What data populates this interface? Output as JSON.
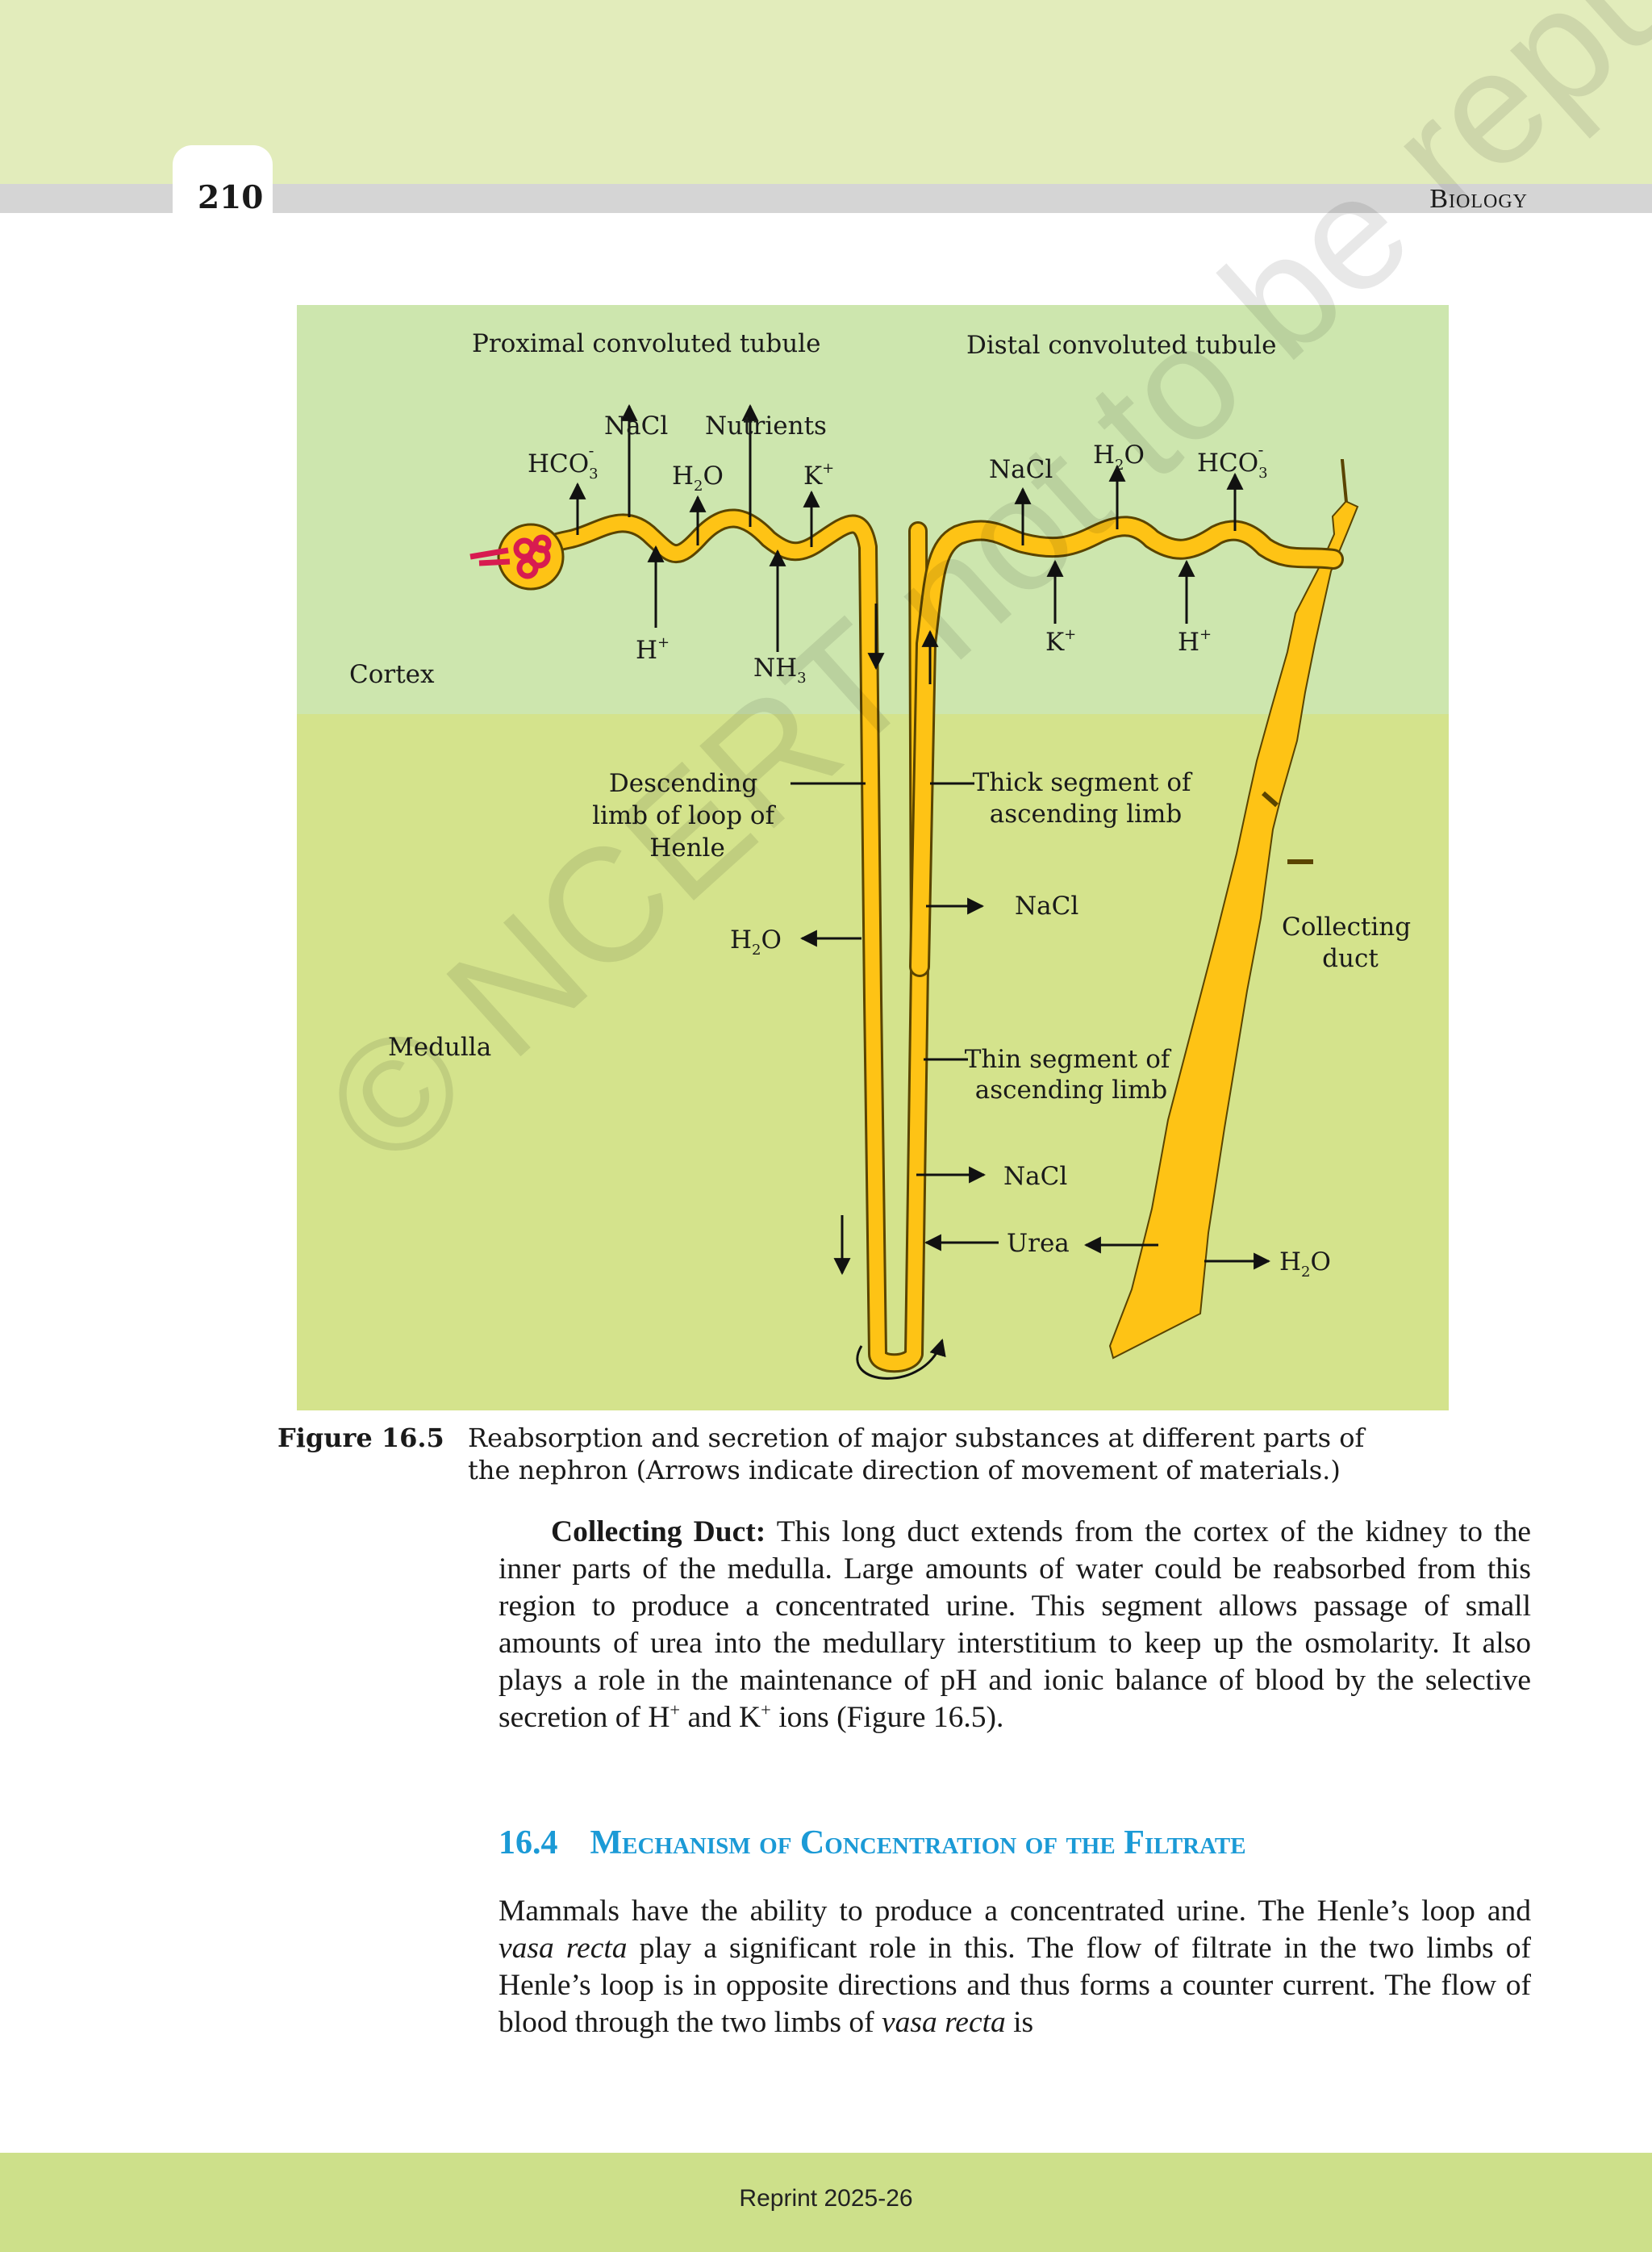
{
  "header": {
    "page_number": "210",
    "running_head": "Biology"
  },
  "figure": {
    "regions": {
      "cortex": "Cortex",
      "medulla": "Medulla"
    },
    "labels": {
      "pct": "Proximal convoluted tubule",
      "dct": "Distal convoluted tubule",
      "descending_1": "Descending",
      "descending_2": "limb of loop of",
      "descending_3": "Henle",
      "thick_1": "Thick segment of",
      "thick_2": "ascending limb",
      "thin_1": "Thin segment of",
      "thin_2": "ascending limb",
      "collecting_1": "Collecting",
      "collecting_2": "duct"
    },
    "substances": {
      "hco3": "HCO",
      "nacl": "NaCl",
      "nutrients": "Nutrients",
      "h2o": "H",
      "o": "O",
      "k": "K",
      "h": "H",
      "nh3": "NH",
      "urea": "Urea",
      "sub2": "2",
      "sub3": "3",
      "plus": "+",
      "minus": "-"
    },
    "watermark": "© NCERT not to be republished"
  },
  "caption": {
    "label": "Figure 16.5",
    "line1": "Reabsorption and secretion of major substances at different parts of",
    "line2": "the nephron (Arrows indicate direction of movement of materials.)"
  },
  "paragraph1": {
    "lead": "Collecting Duct:",
    "text_a": " This long duct extends from the cortex of the kidney to the inner parts of the medulla. Large amounts of water could be reabsorbed from this region to produce a concentrated urine. This segment allows passage of small amounts of urea into the medullary interstitium to keep up the osmolarity. It also plays a role in the maintenance of pH and ionic balance of blood by the selective secretion of H",
    "sup_a": "+",
    "text_b": " and K",
    "sup_b": "+",
    "text_c": " ions (Figure 16.5)."
  },
  "section": {
    "number": "16.4",
    "title": "Mechanism of Concentration of the Filtrate"
  },
  "paragraph2": {
    "text_a": "Mammals have the ability to produce a concentrated urine. The Henle’s loop and ",
    "em_a": "vasa recta",
    "text_b": " play a significant role in this. The flow of filtrate in the two limbs of Henle’s loop is in opposite directions and thus forms a counter current. The flow of blood through the two limbs of ",
    "em_b": "vasa recta",
    "text_c": " is"
  },
  "footer": {
    "reprint": "Reprint 2025-26"
  },
  "colors": {
    "cortex_bg": "#cde6ae",
    "medulla_bg": "#d4e38c",
    "tubule_fill": "#fec315",
    "glomerulus": "#d81b50",
    "heading": "#1b9ad6"
  }
}
